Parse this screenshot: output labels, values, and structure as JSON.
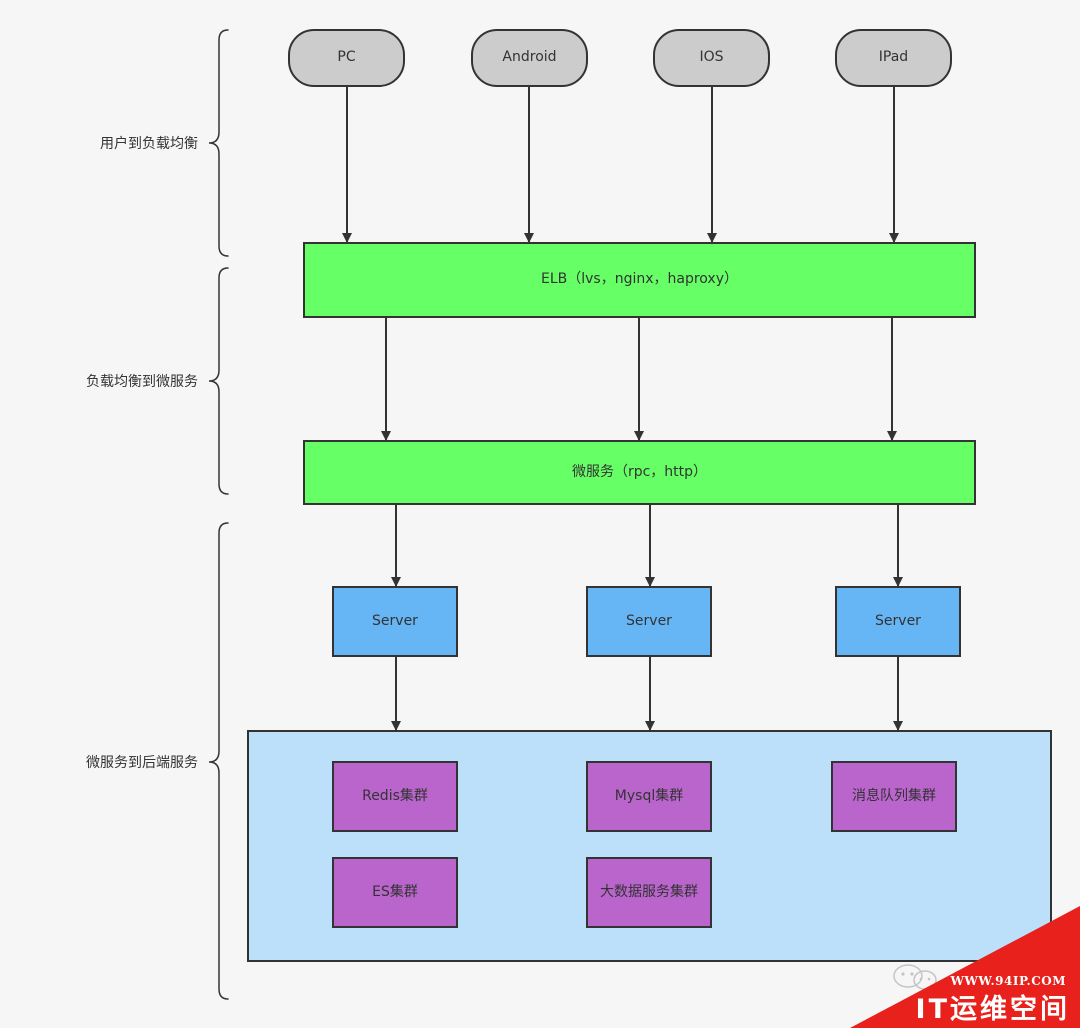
{
  "clients": [
    {
      "label": "PC"
    },
    {
      "label": "Android"
    },
    {
      "label": "IOS"
    },
    {
      "label": "IPad"
    }
  ],
  "elb": {
    "label": "ELB（lvs，nginx，haproxy）"
  },
  "microservice": {
    "label": "微服务（rpc，http）"
  },
  "servers": [
    {
      "label": "Server"
    },
    {
      "label": "Server"
    },
    {
      "label": "Server"
    }
  ],
  "clusters": [
    {
      "label": "Redis集群"
    },
    {
      "label": "Mysql集群"
    },
    {
      "label": "消息队列集群"
    },
    {
      "label": "ES集群"
    },
    {
      "label": "大数据服务集群"
    }
  ],
  "layers": [
    {
      "label": "用户到负载均衡"
    },
    {
      "label": "负载均衡到微服务"
    },
    {
      "label": "微服务到后端服务"
    }
  ],
  "watermark": {
    "url": "WWW.94IP.COM",
    "name": "IT运维空间"
  },
  "colors": {
    "client_fill": "#cccccc",
    "elb_fill": "#66ff66",
    "server_fill": "#66b5f5",
    "backend_fill": "#bde0fa",
    "cluster_fill": "#b965cc",
    "ribbon": "#e8211c"
  }
}
